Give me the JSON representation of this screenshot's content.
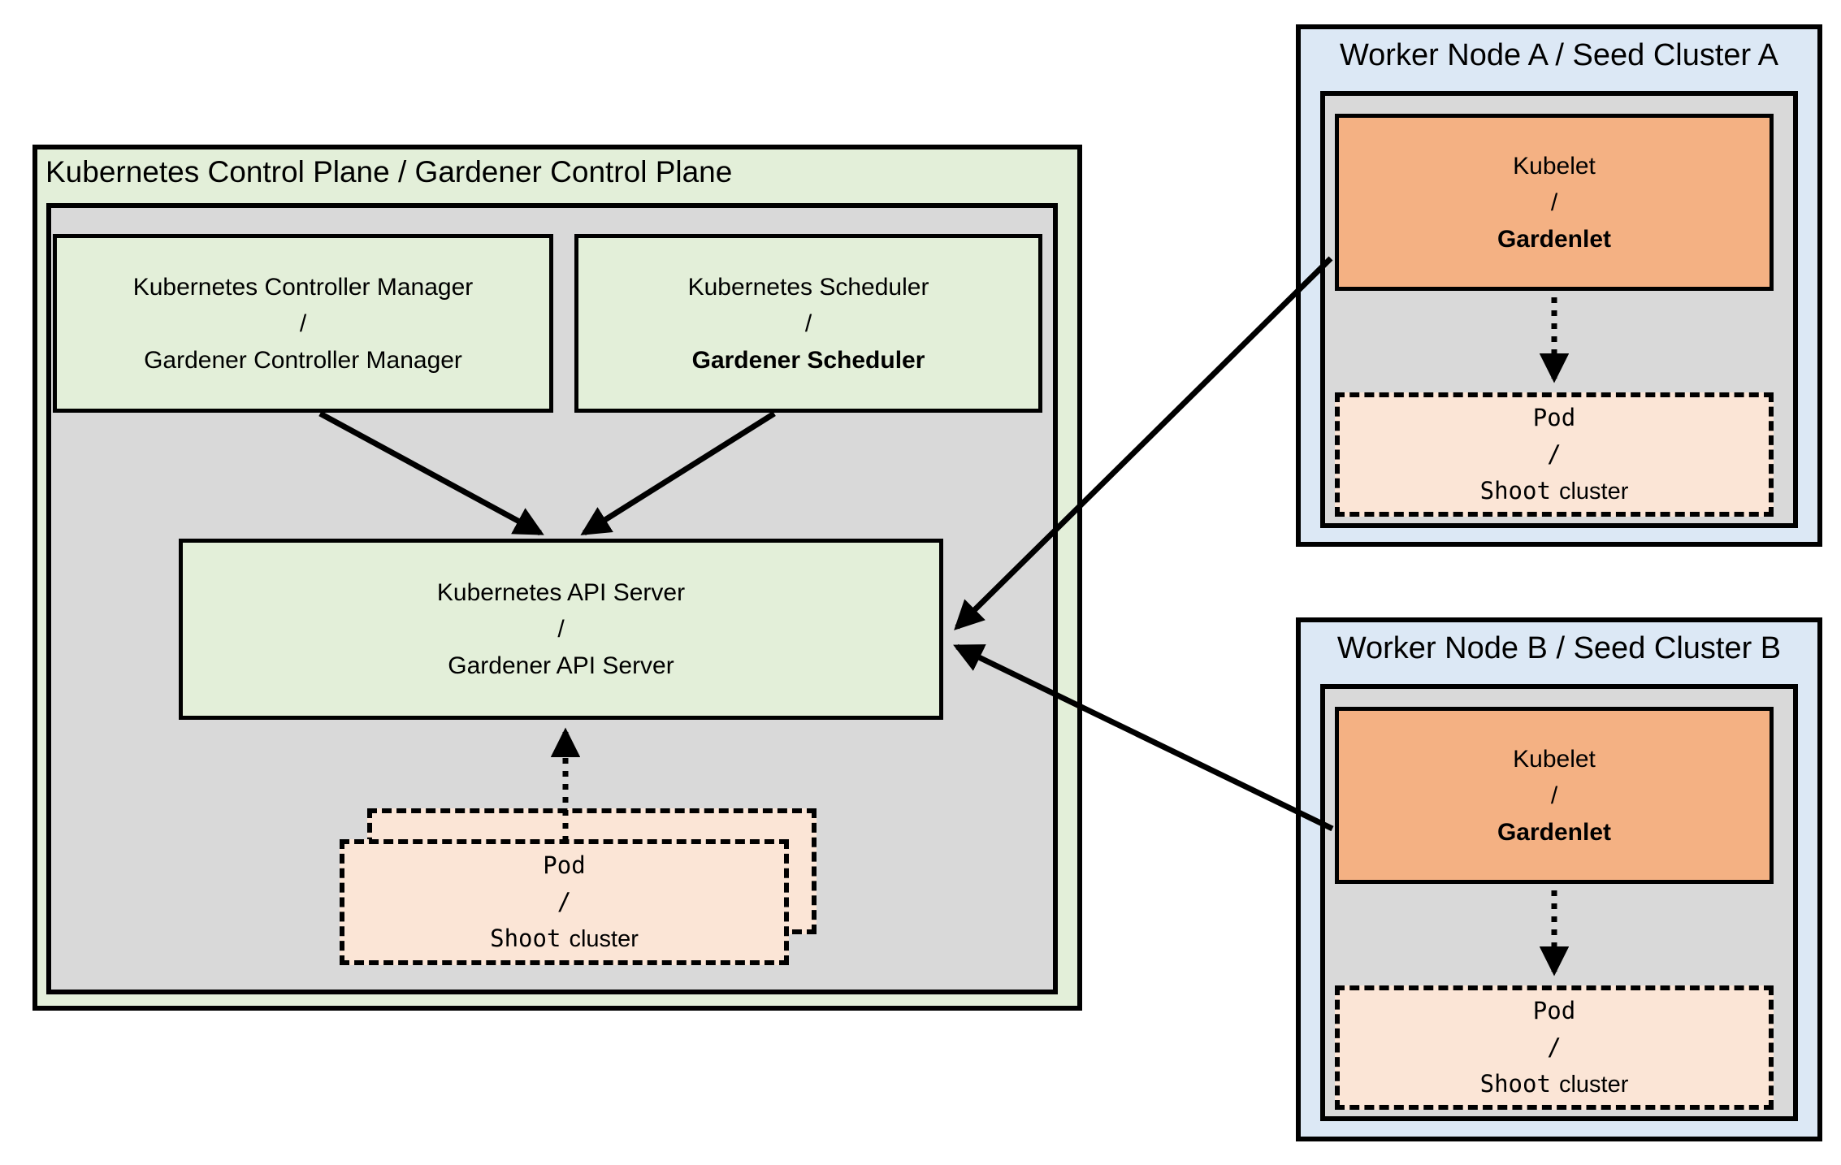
{
  "colors": {
    "container_green": "#e3efd9",
    "container_gray": "#d9d9d9",
    "kubelet_orange": "#f4b183",
    "pod_peach": "#fbe5d6",
    "worker_blue": "#dce8f5",
    "line_black": "#000000"
  },
  "control_plane": {
    "title": "Kubernetes Control Plane / Gardener Control Plane",
    "controller_manager": {
      "line1": "Kubernetes Controller Manager",
      "sep": "/",
      "line2": "Gardener Controller Manager"
    },
    "scheduler": {
      "line1": "Kubernetes Scheduler",
      "sep": "/",
      "line2": "Gardener Scheduler"
    },
    "api_server": {
      "line1": "Kubernetes API Server",
      "sep": "/",
      "line2": "Gardener API Server"
    },
    "pod_stack": {
      "line1": "Pod",
      "sep": "/",
      "line2_mono": "Shoot",
      "line2_sans": "cluster"
    }
  },
  "workers": [
    {
      "title": "Worker Node A / Seed Cluster A",
      "kubelet": {
        "line1": "Kubelet",
        "sep": "/",
        "line2": "Gardenlet"
      },
      "pod": {
        "line1": "Pod",
        "sep": "/",
        "line2_mono": "Shoot",
        "line2_sans": "cluster"
      }
    },
    {
      "title": "Worker Node B / Seed Cluster B",
      "kubelet": {
        "line1": "Kubelet",
        "sep": "/",
        "line2": "Gardenlet"
      },
      "pod": {
        "line1": "Pod",
        "sep": "/",
        "line2_mono": "Shoot",
        "line2_sans": "cluster"
      }
    }
  ]
}
